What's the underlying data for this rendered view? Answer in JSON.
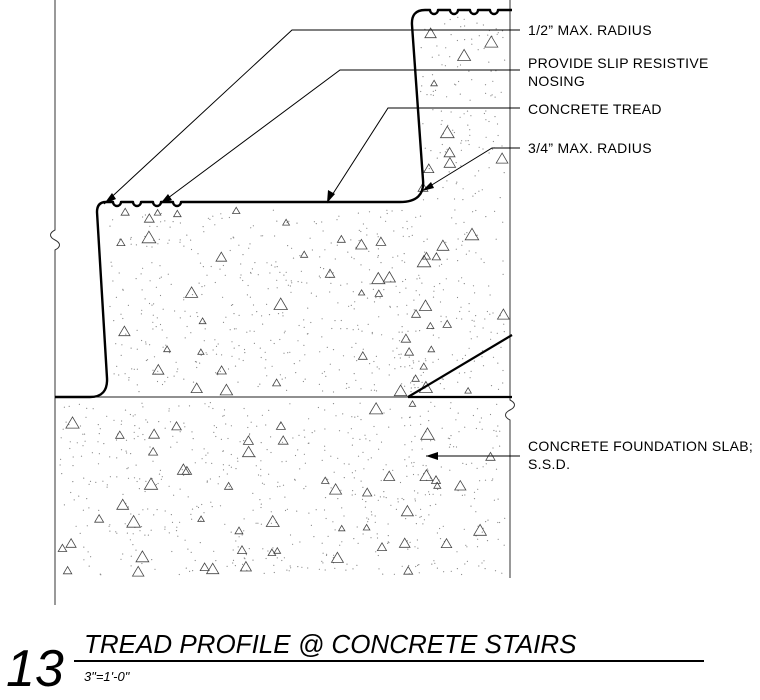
{
  "annotations": {
    "half_inch_radius": "1/2” MAX. RADIUS",
    "slip_resistive_line1": "PROVIDE SLIP RESISTIVE",
    "slip_resistive_line2": "NOSING",
    "concrete_tread": "CONCRETE TREAD",
    "three_quarter_radius": "3/4” MAX. RADIUS",
    "foundation_slab_line1": "CONCRETE FOUNDATION SLAB;",
    "foundation_slab_line2": "S.S.D."
  },
  "title_block": {
    "detail_number": "13",
    "title": "TREAD PROFILE @ CONCRETE STAIRS",
    "scale": "3\"=1'-0\""
  }
}
